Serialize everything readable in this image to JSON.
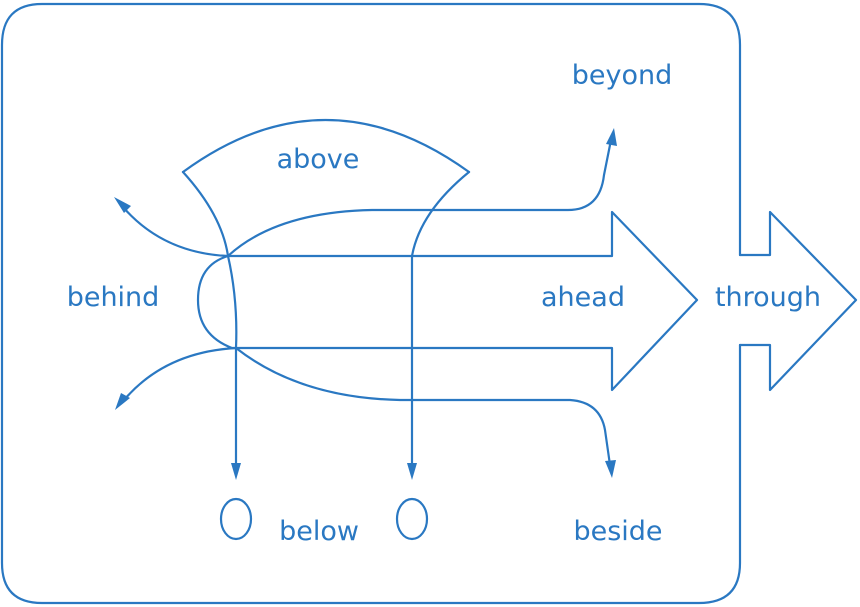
{
  "colors": {
    "line": "#2a78c2",
    "text": "#2a78c2",
    "background": "#ffffff"
  },
  "labels": {
    "above": "above",
    "behind": "behind",
    "ahead": "ahead",
    "through": "through",
    "beyond": "beyond",
    "beside": "beside",
    "below": "below"
  }
}
